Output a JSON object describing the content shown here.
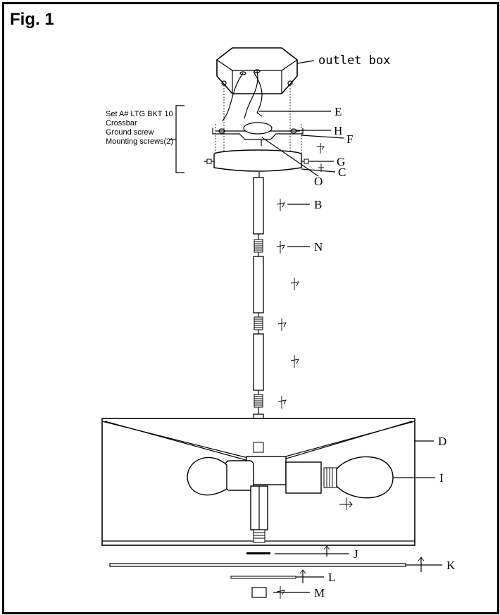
{
  "figure_title": "Fig. 1",
  "set_label": {
    "line1": "Set A# LTG BKT 10",
    "line2": "Crossbar",
    "line3": "Ground screw",
    "line4": "Mounting screws(2)"
  },
  "callouts": {
    "outlet_box": "outlet box",
    "E": "E",
    "H": "H",
    "F": "F",
    "G": "G",
    "C": "C",
    "O": "O",
    "B": "B",
    "N": "N",
    "D": "D",
    "I": "I",
    "J": "J",
    "K": "K",
    "L": "L",
    "M": "M"
  }
}
